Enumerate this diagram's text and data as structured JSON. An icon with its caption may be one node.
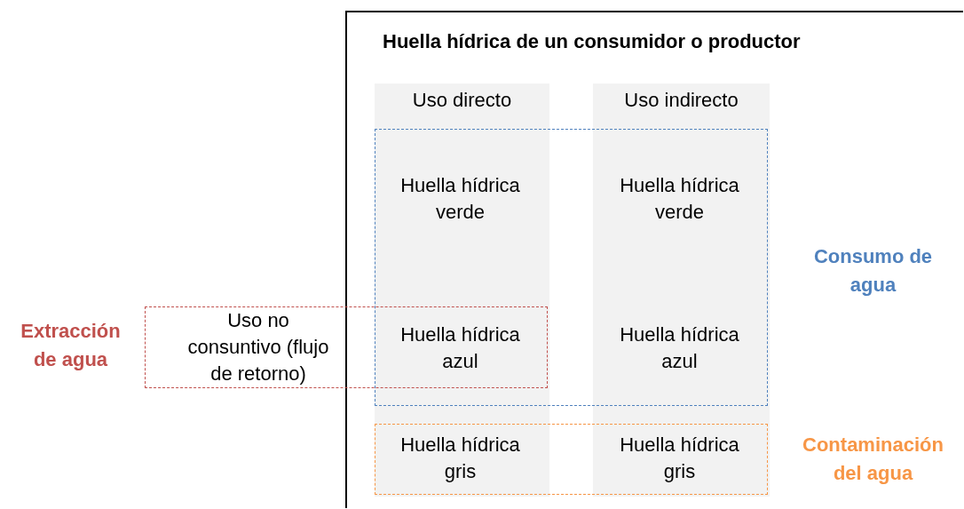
{
  "diagram": {
    "nodes": [
      {
        "text": [
          "Huella hídrica de un consumidor o productor"
        ]
      },
      {
        "text": [
          "Uso directo"
        ],
        "in": 0
      },
      {
        "text": [
          "Uso indirecto"
        ],
        "in": 0
      },
      {
        "text": [
          "Consumo de agua"
        ],
        "in": 0
      },
      {
        "text": [
          "Huella hídrica verde"
        ]
      },
      {
        "text": [
          "Huella hídrica verde"
        ]
      },
      {
        "text": [
          "Extracción de agua",
          "Uso no consuntivo (flujo de retorno)"
        ]
      },
      {
        "text": [
          "Huella hídrica azul"
        ]
      },
      {
        "text": [
          "Huella hídrica azul"
        ]
      },
      {
        "text": [
          "Contaminación del agua"
        ],
        "in": 0
      },
      {
        "text": [
          "Huella hídrica gris"
        ]
      },
      {
        "text": [
          "Huella hídrica gris"
        ]
      }
    ]
  }
}
